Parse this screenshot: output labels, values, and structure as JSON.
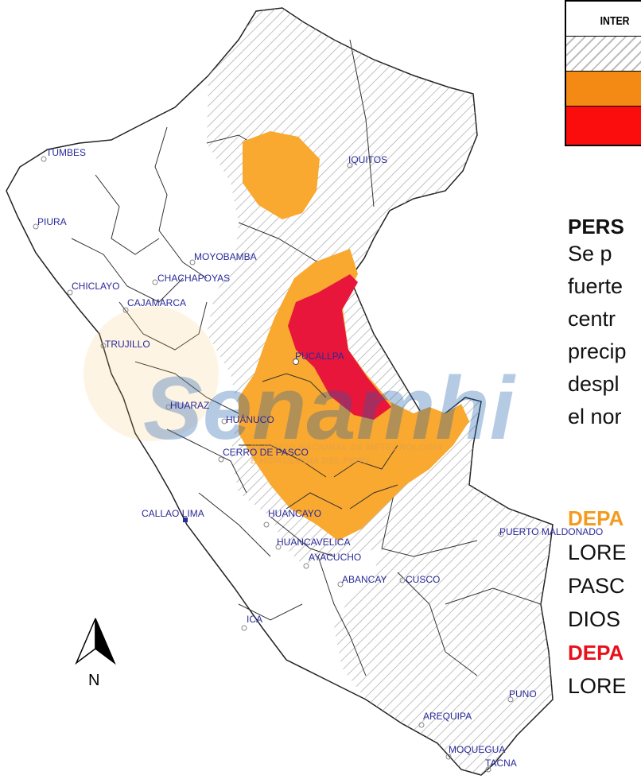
{
  "legend": {
    "header": "INTER",
    "rows": [
      {
        "kind": "hatched",
        "color": "#bdbdbd"
      },
      {
        "kind": "solid",
        "color": "#f48a14"
      },
      {
        "kind": "solid",
        "color": "#fb0d0d"
      }
    ]
  },
  "colors": {
    "orange_zone": "#f9a830",
    "red_zone": "#e8163a",
    "hatch": "#a8a8a8",
    "city_label": "#2a2a9a",
    "heading_orange": "#f39b1f",
    "heading_red": "#e8101a"
  },
  "watermark": {
    "brand": "Senamhi",
    "line1": "SERVICIO NACIONAL DE METEOROLOGÍA",
    "line2": "E HIDROLOGÍA DEL PERÚ"
  },
  "north_arrow": {
    "label": "N",
    "icon": "north-arrow-icon"
  },
  "cities": [
    {
      "name": "TUMBES"
    },
    {
      "name": "PIURA"
    },
    {
      "name": "IQUITOS"
    },
    {
      "name": "MOYOBAMBA"
    },
    {
      "name": "CHACHAPOYAS"
    },
    {
      "name": "CHICLAYO"
    },
    {
      "name": "CAJAMARCA"
    },
    {
      "name": "TRUJILLO"
    },
    {
      "name": "PUCALLPA"
    },
    {
      "name": "HUARAZ"
    },
    {
      "name": "HUÁNUCO"
    },
    {
      "name": "CERRO DE PASCO"
    },
    {
      "name": "CALLAO LIMA"
    },
    {
      "name": "HUANCAYO"
    },
    {
      "name": "HUANCAVELICA"
    },
    {
      "name": "AYACUCHO"
    },
    {
      "name": "ABANCAY"
    },
    {
      "name": "CUSCO"
    },
    {
      "name": "PUERTO MALDONADO"
    },
    {
      "name": "ICA"
    },
    {
      "name": "PUNO"
    },
    {
      "name": "AREQUIPA"
    },
    {
      "name": "MOQUEGUA"
    },
    {
      "name": "TACNA"
    }
  ],
  "text": {
    "title": "PERS",
    "lines": [
      "Se p",
      "fuerte",
      "centr",
      "precip",
      "despl",
      "el nor"
    ],
    "heading_orange": "DEPA",
    "orange_lines": [
      "LORE",
      "PASC",
      "DIOS"
    ],
    "heading_red": "DEPA",
    "red_lines": [
      "LORE"
    ]
  }
}
